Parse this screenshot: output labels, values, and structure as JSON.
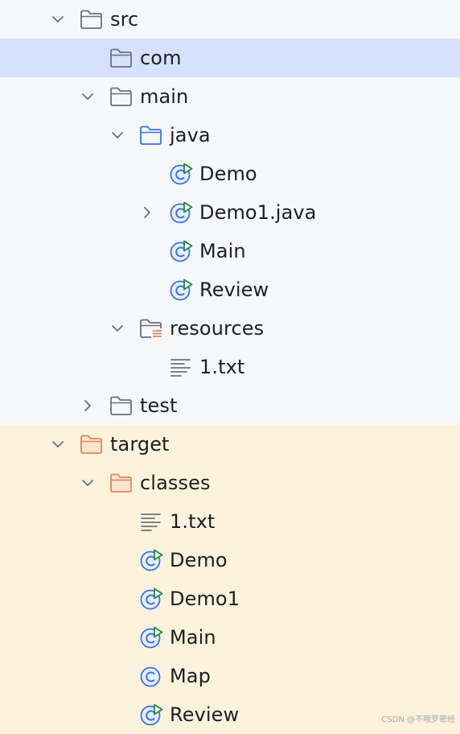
{
  "tree": [
    {
      "label": "src",
      "indent": 0,
      "arrow": "open",
      "icon": "folder"
    },
    {
      "label": "com",
      "indent": 1,
      "arrow": "none",
      "icon": "folder",
      "state": "selected"
    },
    {
      "label": "main",
      "indent": 1,
      "arrow": "open",
      "icon": "folder"
    },
    {
      "label": "java",
      "indent": 2,
      "arrow": "open",
      "icon": "folder-source"
    },
    {
      "label": "Demo",
      "indent": 3,
      "arrow": "none",
      "icon": "class-runnable"
    },
    {
      "label": "Demo1.java",
      "indent": 3,
      "arrow": "closed",
      "icon": "class-runnable"
    },
    {
      "label": "Main",
      "indent": 3,
      "arrow": "none",
      "icon": "class-runnable"
    },
    {
      "label": "Review",
      "indent": 3,
      "arrow": "none",
      "icon": "class-runnable"
    },
    {
      "label": "resources",
      "indent": 2,
      "arrow": "open",
      "icon": "folder-resources"
    },
    {
      "label": "1.txt",
      "indent": 3,
      "arrow": "none",
      "icon": "text-file"
    },
    {
      "label": "test",
      "indent": 1,
      "arrow": "closed",
      "icon": "folder"
    },
    {
      "label": "target",
      "indent": 0,
      "arrow": "open",
      "icon": "folder-excluded",
      "state": "excluded"
    },
    {
      "label": "classes",
      "indent": 1,
      "arrow": "open",
      "icon": "folder-excluded",
      "state": "excluded"
    },
    {
      "label": "1.txt",
      "indent": 2,
      "arrow": "none",
      "icon": "text-file",
      "state": "excluded"
    },
    {
      "label": "Demo",
      "indent": 2,
      "arrow": "none",
      "icon": "class-runnable",
      "state": "excluded"
    },
    {
      "label": "Demo1",
      "indent": 2,
      "arrow": "none",
      "icon": "class-runnable",
      "state": "excluded"
    },
    {
      "label": "Main",
      "indent": 2,
      "arrow": "none",
      "icon": "class-runnable",
      "state": "excluded"
    },
    {
      "label": "Map",
      "indent": 2,
      "arrow": "none",
      "icon": "class",
      "state": "excluded"
    },
    {
      "label": "Review",
      "indent": 2,
      "arrow": "none",
      "icon": "class-runnable",
      "state": "excluded"
    }
  ],
  "colors": {
    "selected_row": "#d5e1fd",
    "excluded_row": "#fdf3dc",
    "folder_stroke": "#6c707e",
    "source_folder_stroke": "#3574f0",
    "excluded_folder_stroke": "#e08855",
    "class_icon": "#3574f0",
    "run_badge": "#208a3c"
  },
  "watermark": "CSDN @不哦罗密经"
}
